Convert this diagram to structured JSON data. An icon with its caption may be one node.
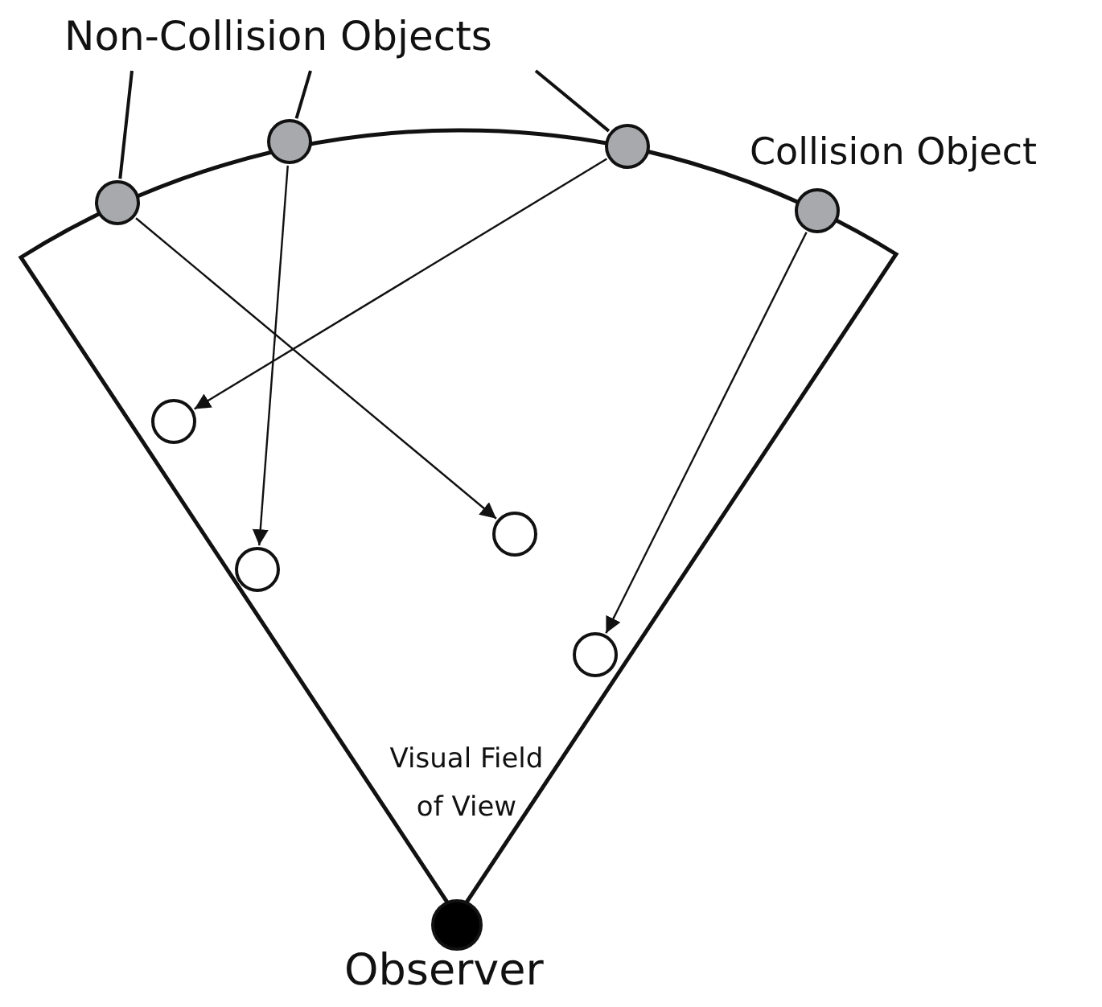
{
  "diagram": {
    "nodes": [
      {
        "text": [
          "Visual Field of View"
        ]
      },
      {
        "text": [
          "Non-Collision Objects"
        ]
      },
      {
        "text": [],
        "shape": "circle"
      },
      {
        "text": [],
        "shape": "circle"
      },
      {
        "text": [],
        "shape": "circle"
      },
      {
        "text": [],
        "shape": "circle",
        "beside": [
          "Collision Object"
        ]
      },
      {
        "text": [],
        "shape": "circle",
        "in": 0
      },
      {
        "text": [],
        "shape": "circle",
        "in": 0
      },
      {
        "text": [],
        "shape": "circle",
        "in": 0
      },
      {
        "text": [],
        "shape": "circle",
        "in": 0
      },
      {
        "text": [],
        "shape": "circle",
        "beside": [
          "Observer"
        ]
      }
    ],
    "edges": [
      {
        "from": 1,
        "to": 2,
        "arrow": "none"
      },
      {
        "from": 1,
        "to": 3,
        "arrow": "none"
      },
      {
        "from": 1,
        "to": 4,
        "arrow": "none"
      },
      {
        "from": 2,
        "to": 8,
        "arrow": "to"
      },
      {
        "from": 3,
        "to": 7,
        "arrow": "to"
      },
      {
        "from": 4,
        "to": 6,
        "arrow": "to"
      },
      {
        "from": 5,
        "to": 9,
        "arrow": "to"
      }
    ]
  }
}
